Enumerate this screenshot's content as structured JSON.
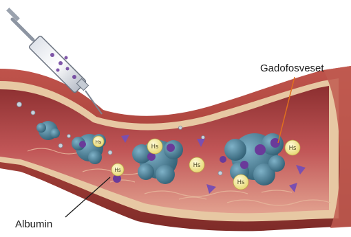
{
  "labels": {
    "gadofosveset": "Gadofosveset",
    "albumin": "Albumin"
  },
  "molecule_tag": "Hs",
  "colors": {
    "vessel_outer": "#a83a32",
    "vessel_mid": "#e8c9a6",
    "lumen": "#b9494a",
    "albumin": "#3e6f86",
    "tag_fill": "#f2e9a0",
    "gadolinium": "#6a3a9a",
    "leader_gadofosveset": "#e0701e",
    "leader_albumin": "#1a1a1a"
  },
  "icons": [
    "syringe-icon",
    "needle-icon"
  ]
}
